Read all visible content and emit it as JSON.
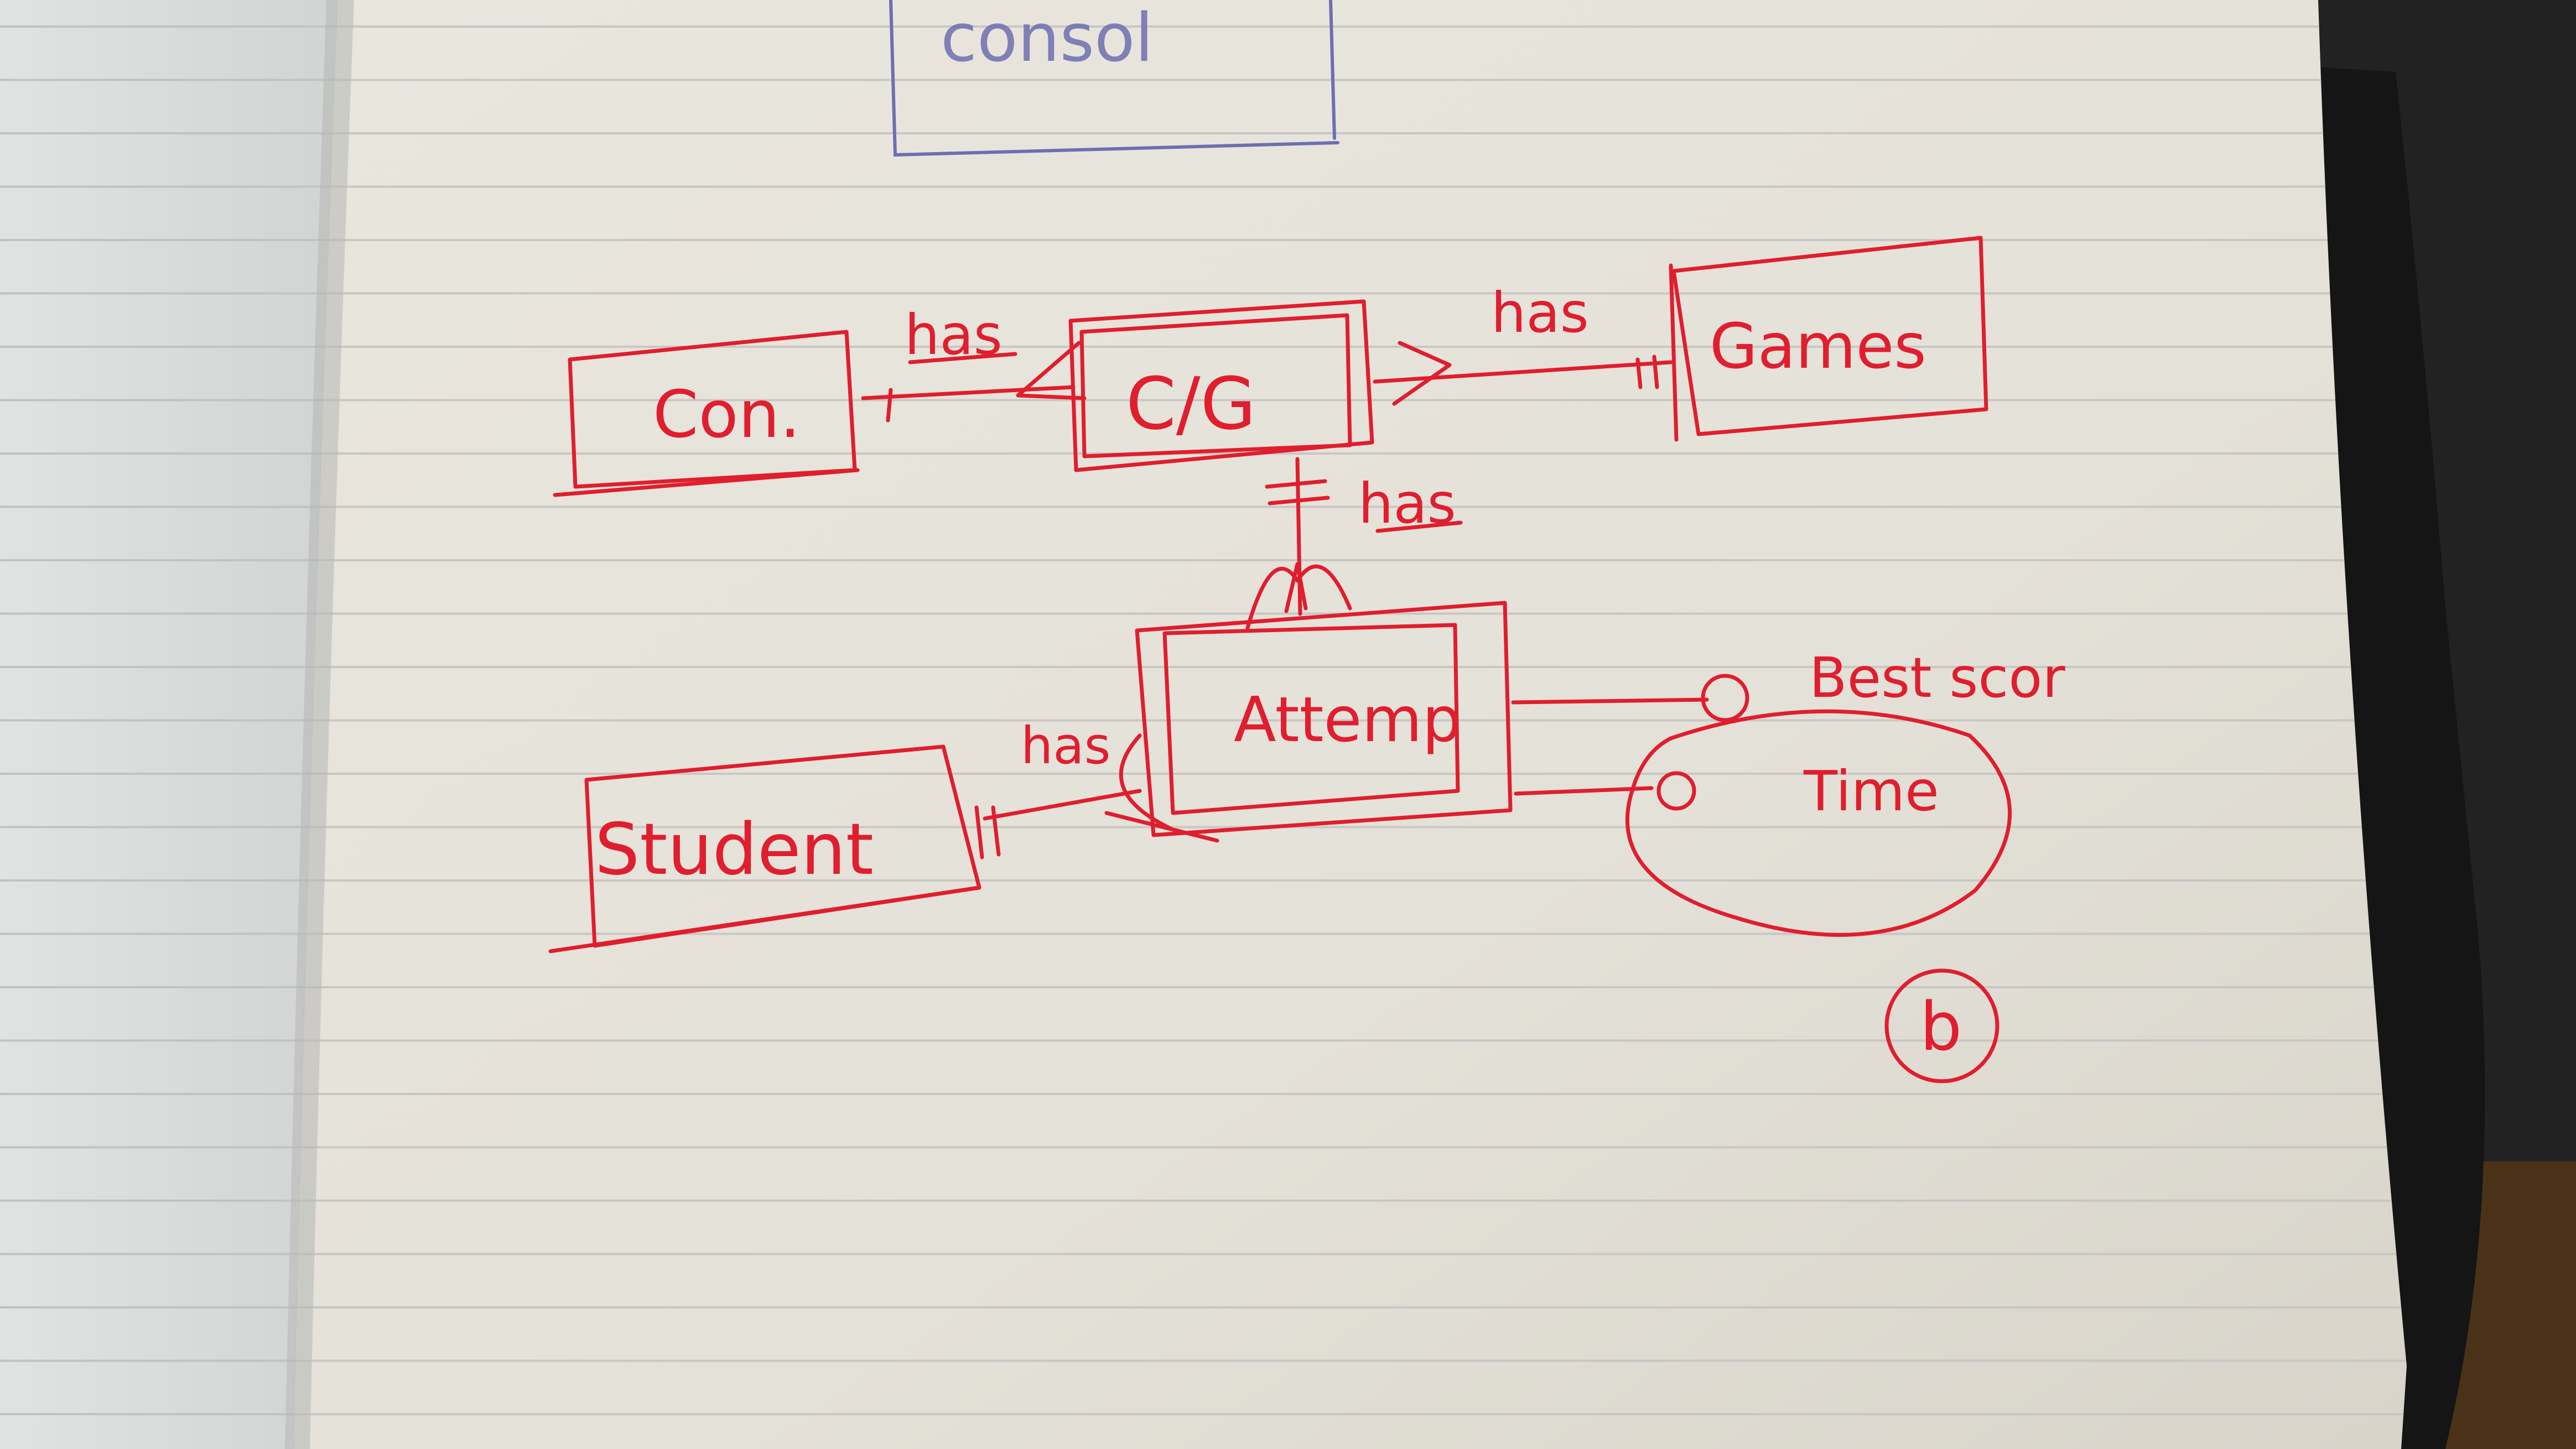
{
  "diagram": {
    "top_box_label": "consol",
    "entities": {
      "console": "Con.",
      "console_game": "C/G",
      "games": "Games",
      "attempt": "Attemp",
      "student": "Student"
    },
    "relationships": {
      "console_cg": "has",
      "cg_games": "has",
      "cg_attempt": "has",
      "student_attempt": "has"
    },
    "attributes": {
      "best_score": "Best scor",
      "time": "Time"
    },
    "corner_label": "b"
  },
  "colors": {
    "ink": "#e01e2e",
    "pencil": "#6c6fb0",
    "paper": "#ece8dc",
    "rules": "#c9c6c3"
  }
}
